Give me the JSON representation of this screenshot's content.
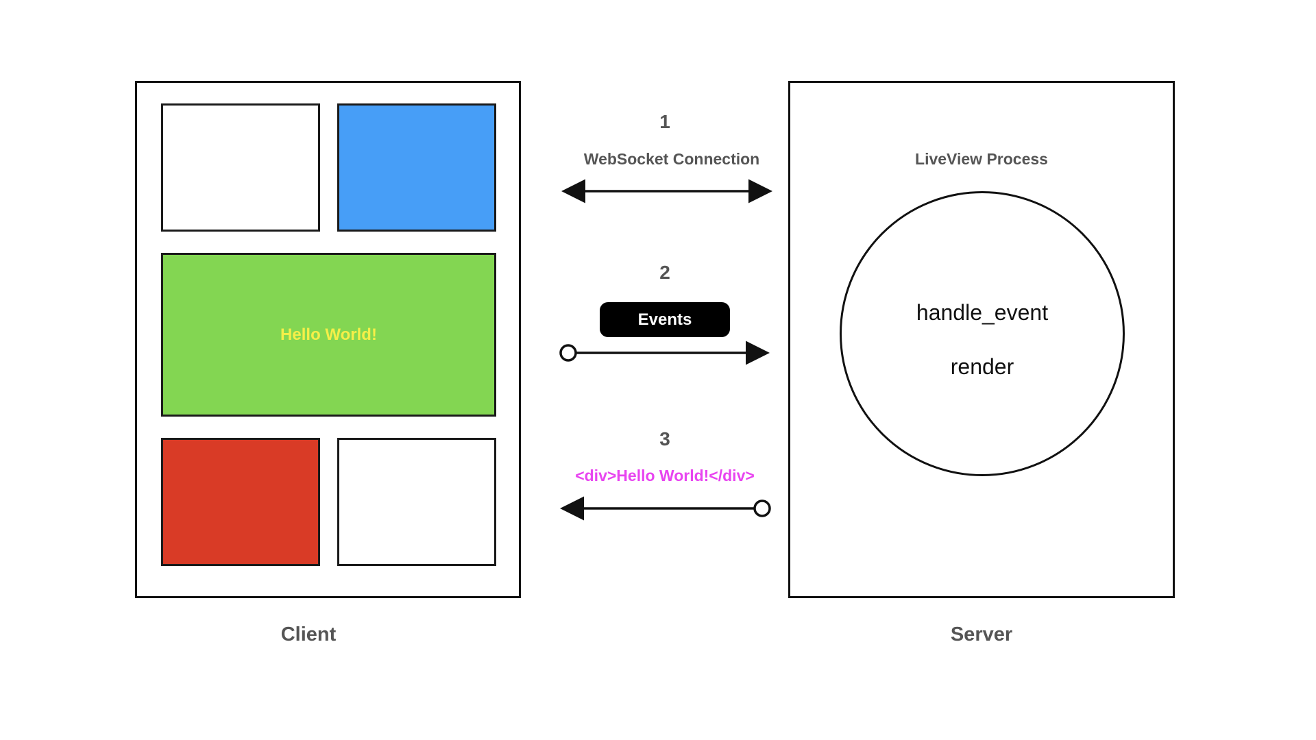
{
  "client": {
    "caption": "Client",
    "hello_text": "Hello World!",
    "colors": {
      "blue_tile": "#479ef7",
      "green_tile": "#83d652",
      "red_tile": "#d93b26",
      "hello_text": "#f5ef48"
    }
  },
  "server": {
    "caption": "Server",
    "process_label": "LiveView Process",
    "functions": [
      "handle_event",
      "render"
    ]
  },
  "steps": [
    {
      "number": "1",
      "label": "WebSocket Connection",
      "direction": "bidirectional"
    },
    {
      "number": "2",
      "label": "Events",
      "direction": "client-to-server"
    },
    {
      "number": "3",
      "label": "<div>Hello World!</div>",
      "direction": "server-to-client",
      "label_color": "#e845f0"
    }
  ]
}
